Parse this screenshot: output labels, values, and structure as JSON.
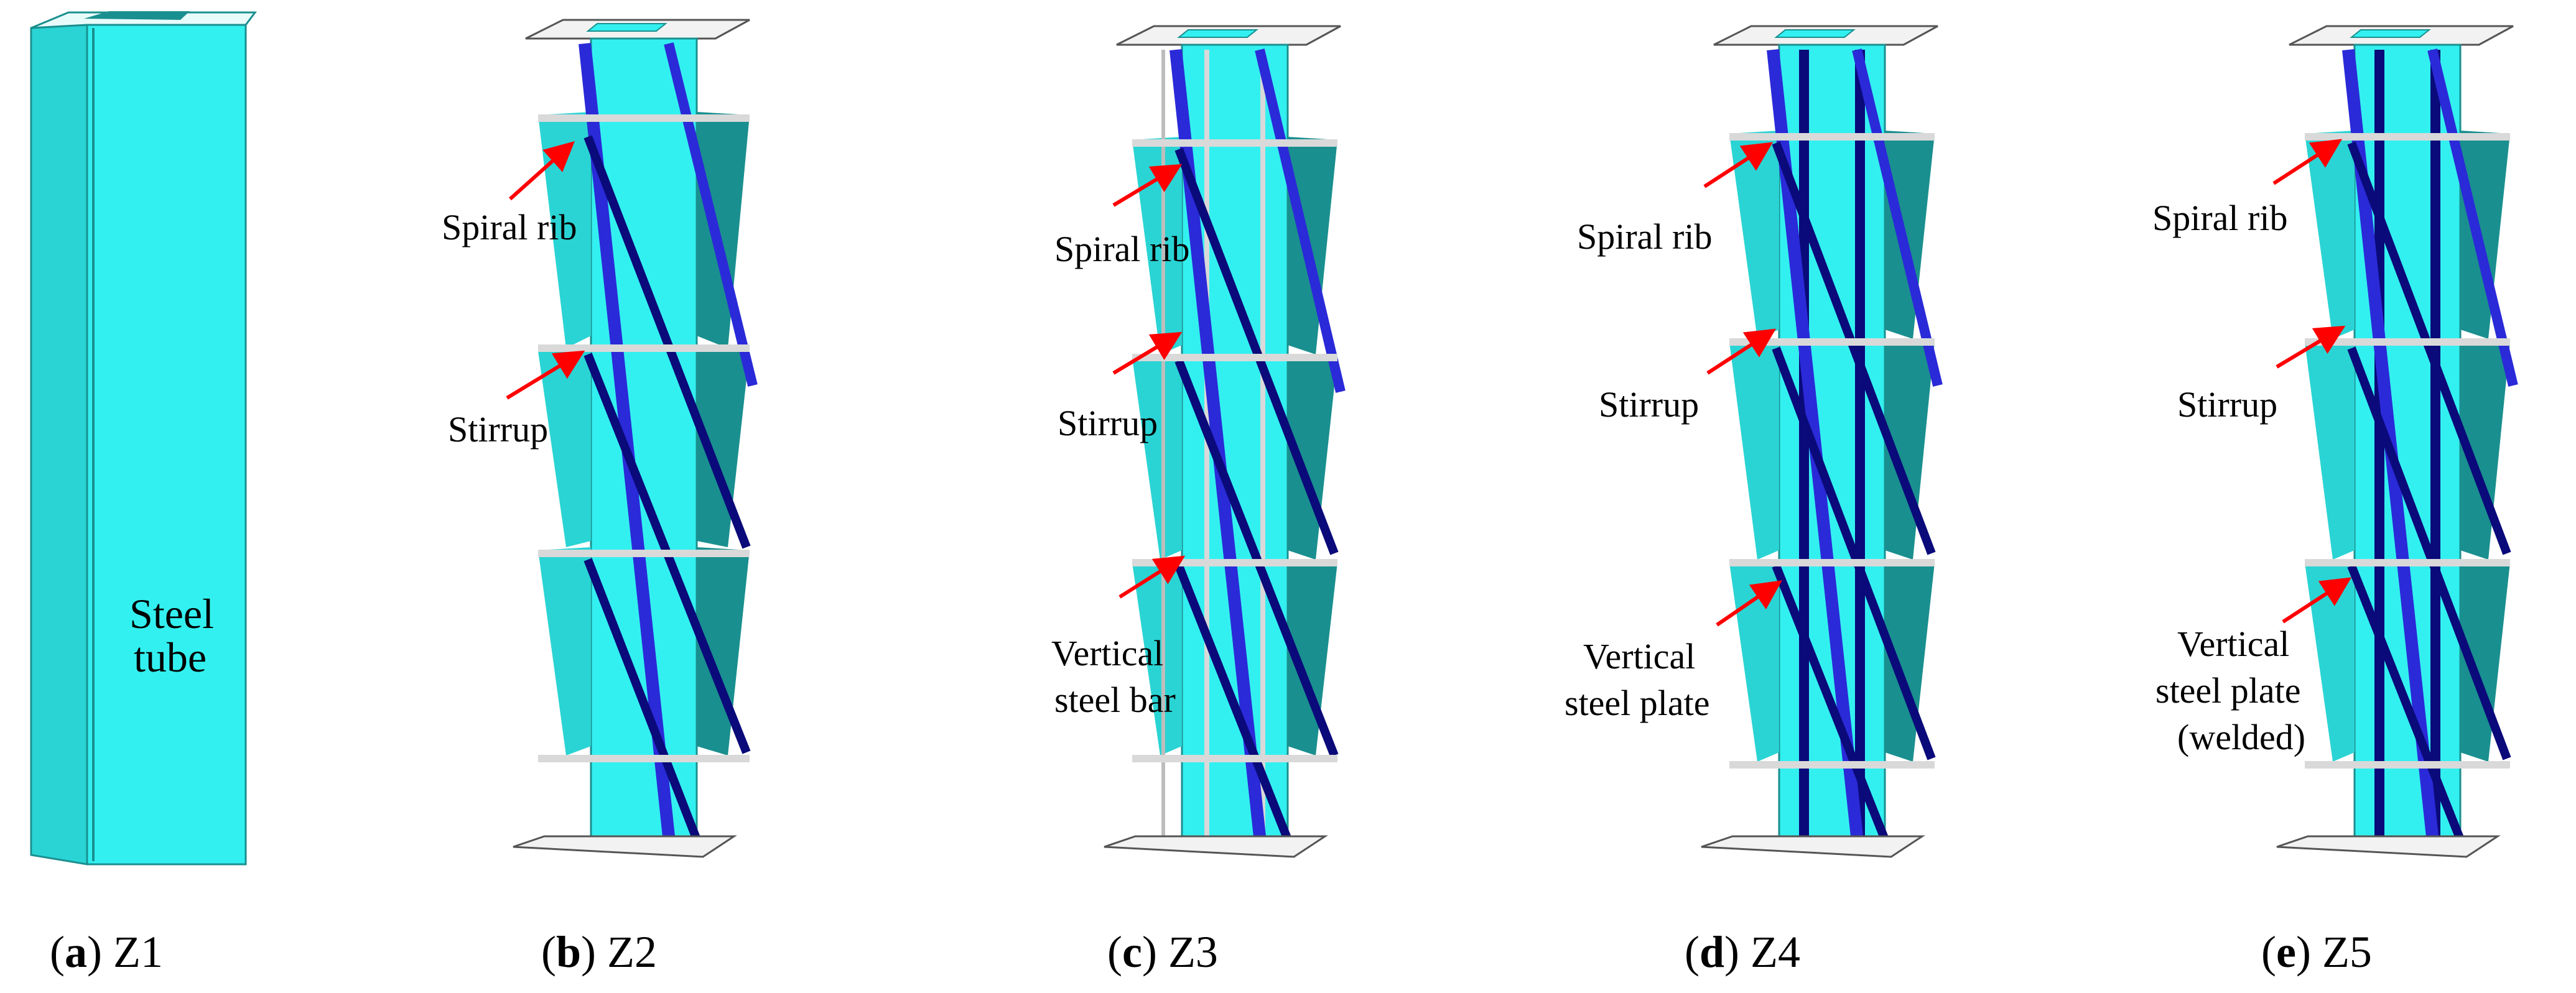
{
  "figure": {
    "panels": [
      {
        "id": "a",
        "caption_letter": "a",
        "caption_text": "Z1",
        "labels": [
          {
            "key": "steel_tube_line1",
            "text": "Steel"
          },
          {
            "key": "steel_tube_line2",
            "text": "tube"
          }
        ]
      },
      {
        "id": "b",
        "caption_letter": "b",
        "caption_text": "Z2",
        "labels": [
          {
            "key": "spiral_rib",
            "text": "Spiral rib"
          },
          {
            "key": "stirrup",
            "text": "Stirrup"
          }
        ]
      },
      {
        "id": "c",
        "caption_letter": "c",
        "caption_text": "Z3",
        "labels": [
          {
            "key": "spiral_rib",
            "text": "Spiral rib"
          },
          {
            "key": "stirrup",
            "text": "Stirrup"
          },
          {
            "key": "vertical_line1",
            "text": "Vertical"
          },
          {
            "key": "vertical_line2",
            "text": "steel bar"
          }
        ]
      },
      {
        "id": "d",
        "caption_letter": "d",
        "caption_text": "Z4",
        "labels": [
          {
            "key": "spiral_rib",
            "text": "Spiral rib"
          },
          {
            "key": "stirrup",
            "text": "Stirrup"
          },
          {
            "key": "vertical_line1",
            "text": "Vertical"
          },
          {
            "key": "vertical_line2",
            "text": "steel plate"
          }
        ]
      },
      {
        "id": "e",
        "caption_letter": "e",
        "caption_text": "Z5",
        "labels": [
          {
            "key": "spiral_rib",
            "text": "Spiral rib"
          },
          {
            "key": "stirrup",
            "text": "Stirrup"
          },
          {
            "key": "vertical_line1",
            "text": "Vertical"
          },
          {
            "key": "vertical_line2",
            "text": "steel plate"
          },
          {
            "key": "vertical_line3",
            "text": "(welded)"
          }
        ]
      }
    ],
    "colors": {
      "tube_face": "#33f0f0",
      "tube_side": "#2ad4d4",
      "tube_edge": "#1a8f8f",
      "spiral_rib": "#2a2ad8",
      "rib_dark": "#0a0a7a",
      "stirrup": "#d9d9d9",
      "plate": "#f2f2f2",
      "arrow": "#ff0000",
      "text": "#000000"
    }
  }
}
